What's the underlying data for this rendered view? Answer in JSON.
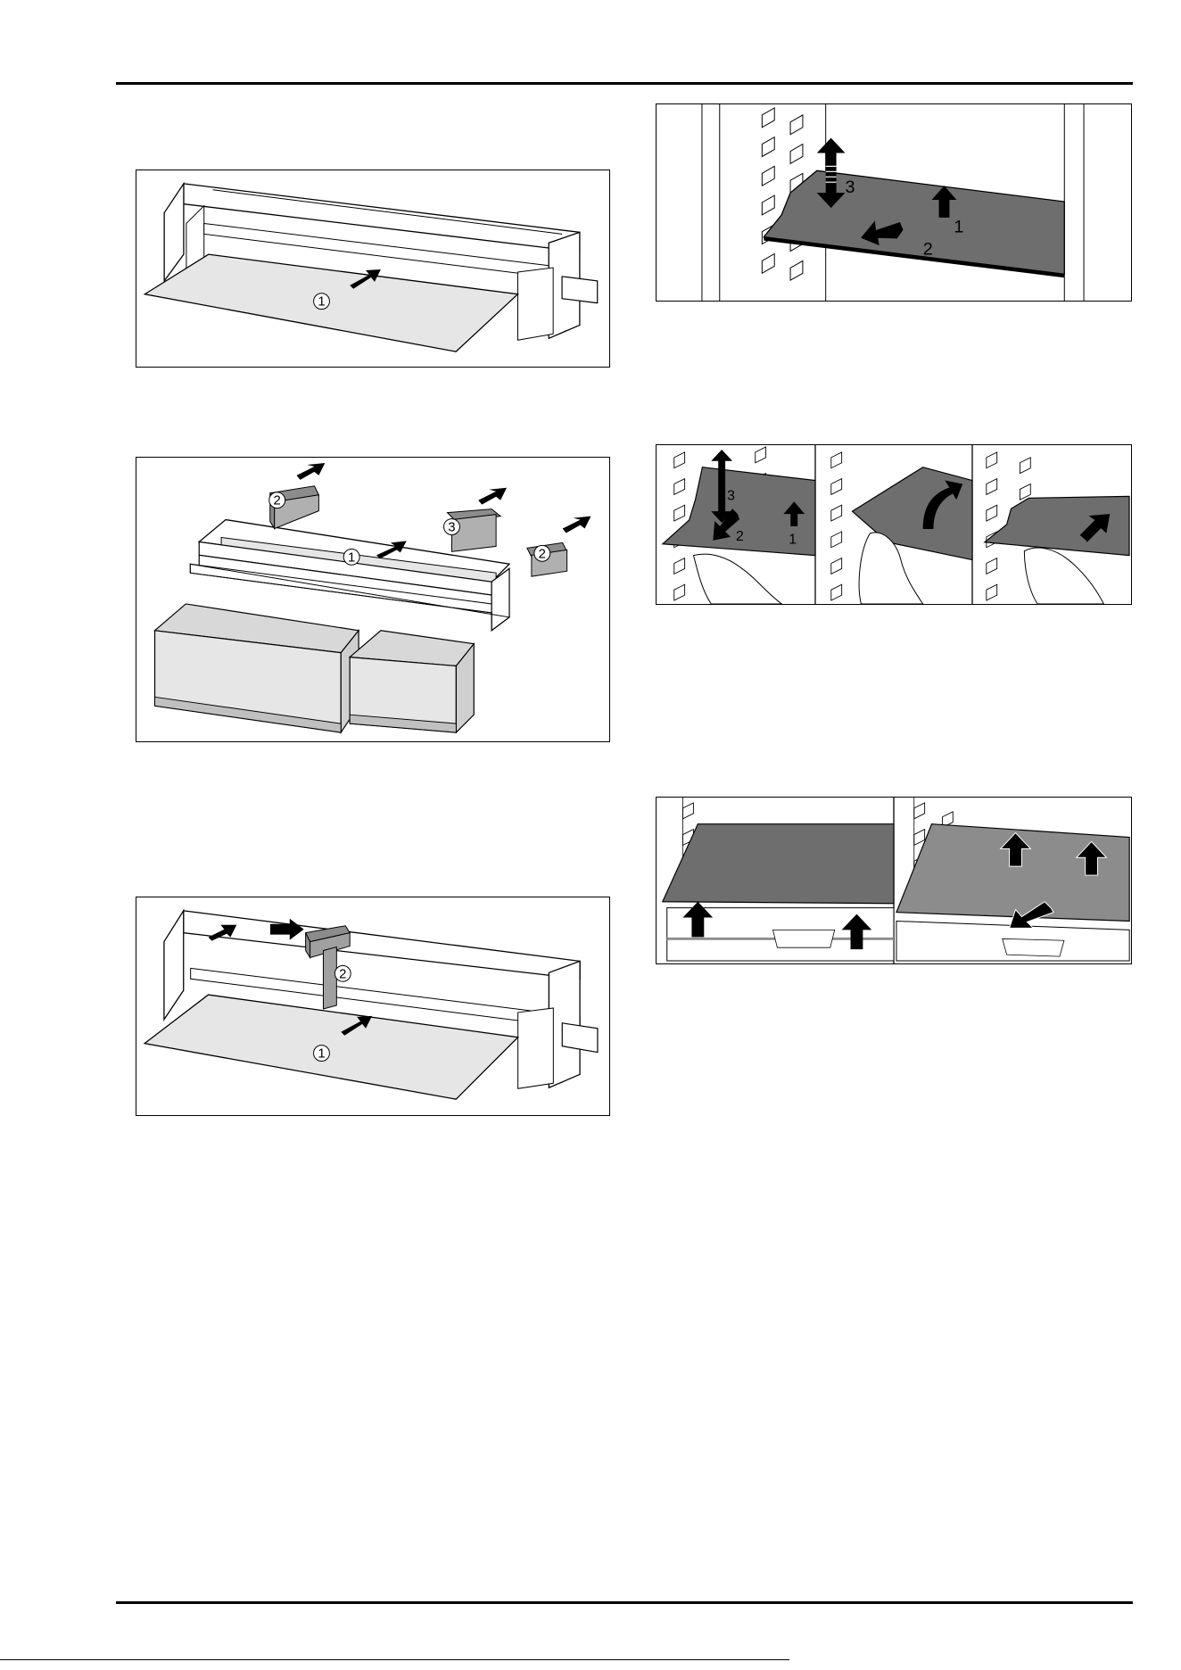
{
  "figures": {
    "fig1": {
      "callouts": [
        "1"
      ]
    },
    "fig2": {
      "callouts": [
        "1",
        "2",
        "2",
        "3"
      ]
    },
    "fig3": {
      "callouts": [
        "1",
        "2"
      ]
    },
    "fig4": {
      "step_numbers": [
        "1",
        "2",
        "3"
      ]
    },
    "fig5": {
      "step_numbers": [
        "1",
        "2",
        "3"
      ]
    }
  },
  "colors": {
    "shelf_dark": "#6e6e6e",
    "shelf_mid": "#8c8c8c",
    "panel_light": "#e6e6e6",
    "line": "#000000"
  }
}
